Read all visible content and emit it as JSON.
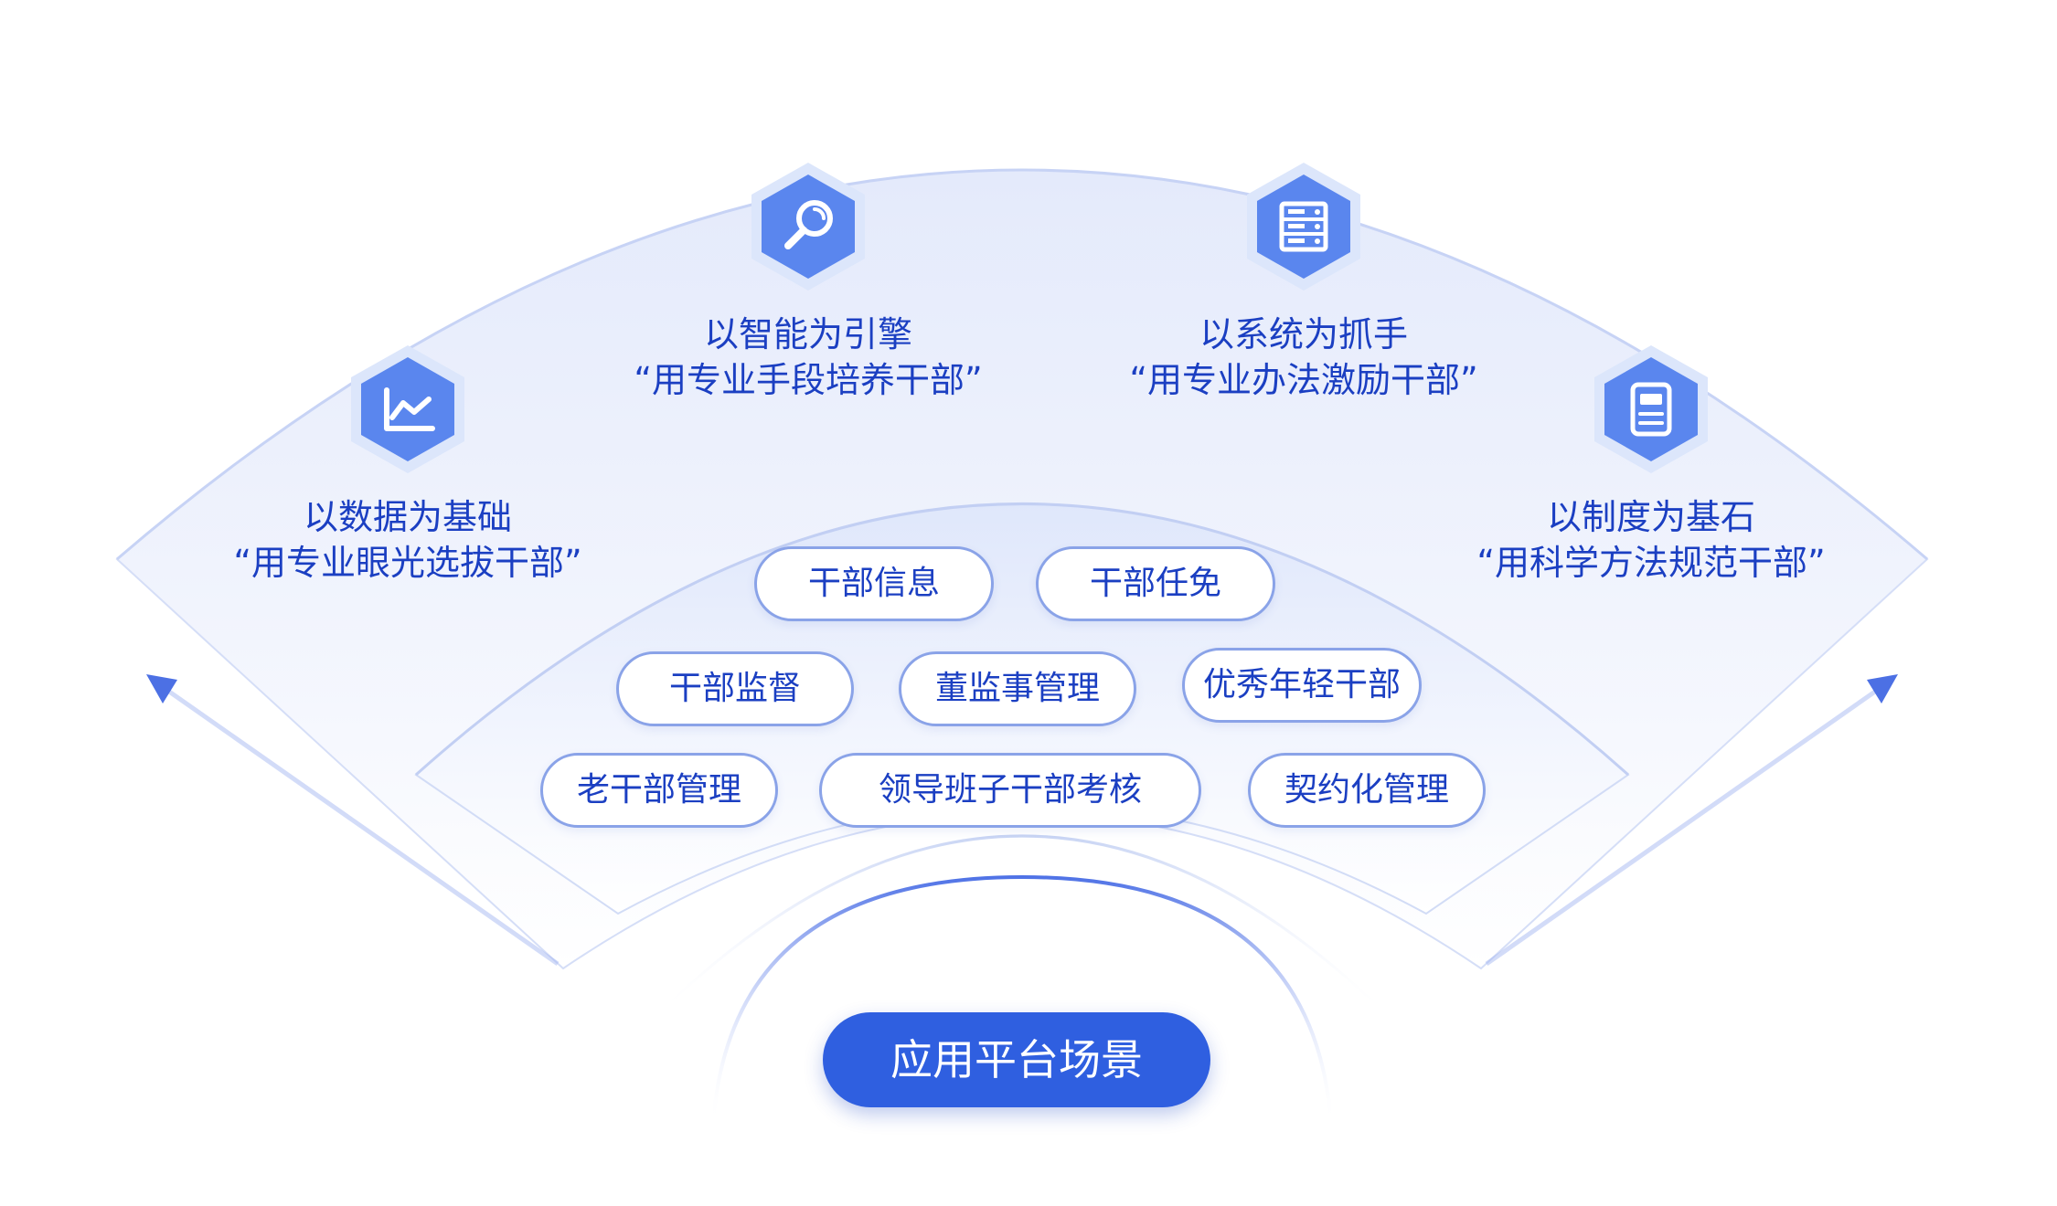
{
  "pillars": [
    {
      "icon": "line-chart-icon",
      "title": "以数据为基础",
      "quote": "“用专业眼光选拔干部”"
    },
    {
      "icon": "magnifier-icon",
      "title": "以智能为引擎",
      "quote": "“用专业手段培养干部”"
    },
    {
      "icon": "server-rack-icon",
      "title": "以系统为抓手",
      "quote": "“用专业办法激励干部”"
    },
    {
      "icon": "document-icon",
      "title": "以制度为基石",
      "quote": "“用科学方法规范干部”"
    }
  ],
  "tags": {
    "cadre_info": "干部信息",
    "cadre_appointment": "干部任免",
    "cadre_supervision": "干部监督",
    "board_management": "董监事管理",
    "young_cadres": "优秀年轻干部",
    "retired_cadres": "老干部管理",
    "leadership_assessment": "领导班子干部考核",
    "contract_management": "契约化管理"
  },
  "core": {
    "label": "应用平台场景"
  },
  "colors": {
    "accent": "#2f5fe0",
    "text": "#1b3fc2",
    "icon_fill": "#5a86ee",
    "hex_outer": "#dce6fb"
  }
}
